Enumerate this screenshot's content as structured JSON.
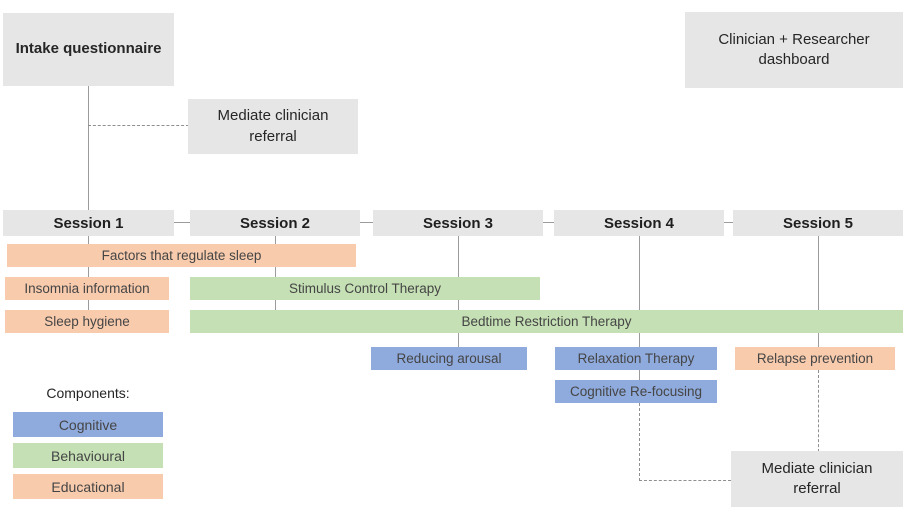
{
  "palette": {
    "cognitive_blue": "#8FAADC",
    "behavioural_green": "#C5E0B4",
    "educational_orange": "#F8CBAD",
    "node_gray": "#E7E6E6",
    "line_gray": "#9B9B9B"
  },
  "nodes": {
    "intake": "Intake questionnaire",
    "mediate_referral_top": "Mediate clinician referral",
    "dashboard": "Clinician + Researcher dashboard",
    "mediate_referral_bottom": "Mediate clinician referral"
  },
  "sessions": [
    "Session 1",
    "Session 2",
    "Session 3",
    "Session 4",
    "Session 5"
  ],
  "bars": {
    "factors": {
      "label": "Factors that regulate sleep",
      "category": "educational",
      "spans_sessions": "1-2"
    },
    "insomnia": {
      "label": "Insomnia information",
      "category": "educational",
      "spans_sessions": "1"
    },
    "stimulus": {
      "label": "Stimulus Control Therapy",
      "category": "behavioural",
      "spans_sessions": "2-3"
    },
    "sleep_hygiene": {
      "label": "Sleep hygiene",
      "category": "educational",
      "spans_sessions": "1"
    },
    "bedtime": {
      "label": "Bedtime Restriction Therapy",
      "category": "behavioural",
      "spans_sessions": "2-5"
    },
    "reducing_arousal": {
      "label": "Reducing arousal",
      "category": "cognitive",
      "spans_sessions": "3"
    },
    "relaxation": {
      "label": "Relaxation Therapy",
      "category": "cognitive",
      "spans_sessions": "4"
    },
    "relapse": {
      "label": "Relapse prevention",
      "category": "educational",
      "spans_sessions": "5"
    },
    "refocusing": {
      "label": "Cognitive Re-focusing",
      "category": "cognitive",
      "spans_sessions": "4"
    }
  },
  "legend": {
    "title": "Components:",
    "items": [
      {
        "label": "Cognitive",
        "category": "cognitive",
        "color": "#8FAADC"
      },
      {
        "label": "Behavioural",
        "category": "behavioural",
        "color": "#C5E0B4"
      },
      {
        "label": "Educational",
        "category": "educational",
        "color": "#F8CBAD"
      }
    ]
  }
}
